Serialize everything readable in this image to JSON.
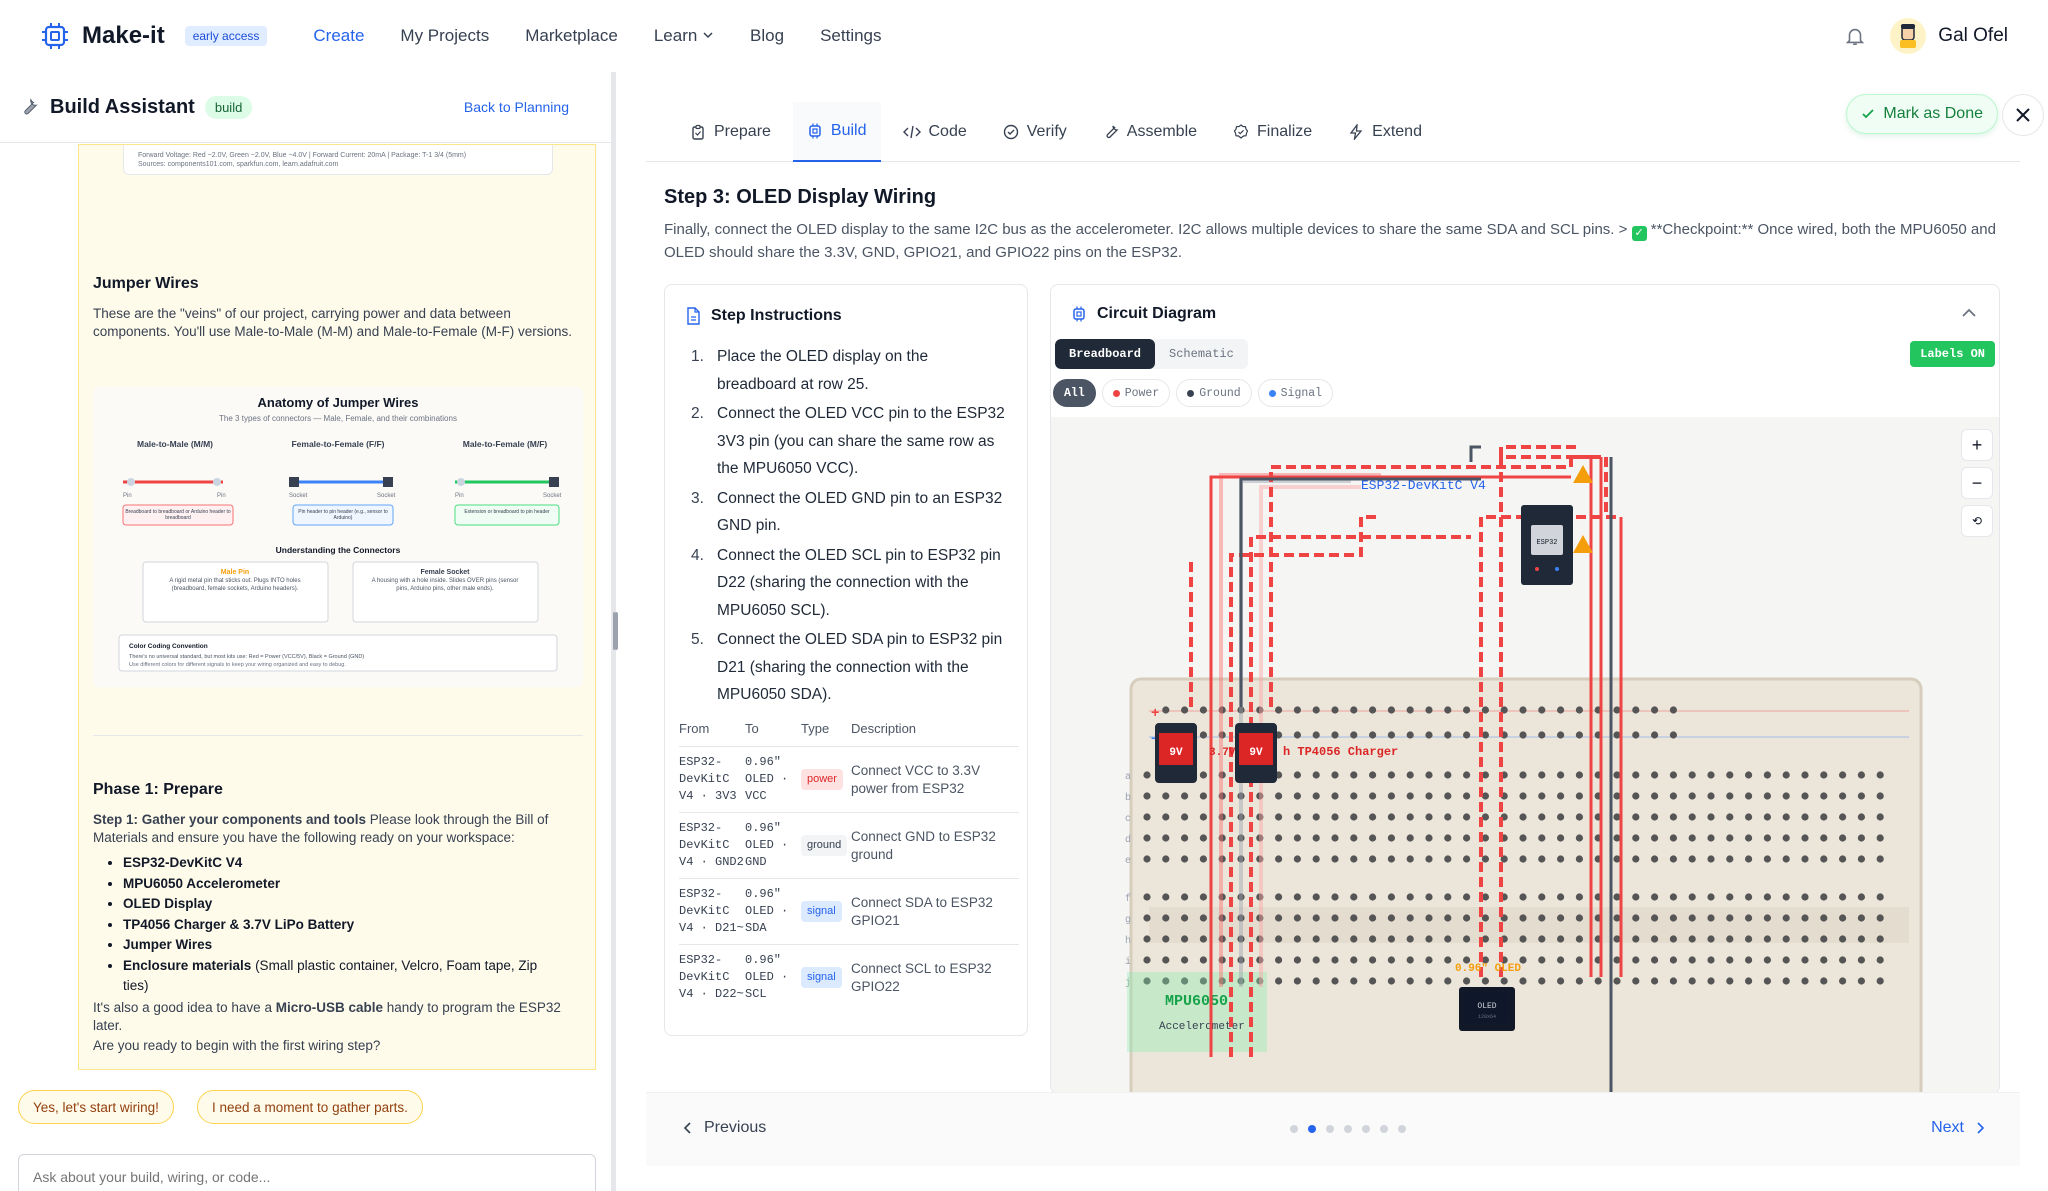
{
  "app": {
    "name": "Make-it",
    "badge": "early access"
  },
  "nav": {
    "links": [
      "Create",
      "My Projects",
      "Marketplace",
      "Learn",
      "Blog",
      "Settings"
    ],
    "active": "Create",
    "user_name": "Gal Ofel"
  },
  "assistant": {
    "title": "Build Assistant",
    "badge": "build",
    "back_link": "Back to Planning",
    "card_snippet_1": "Forward Voltage: Red ~2.0V, Green ~2.0V, Blue ~4.0V | Forward Current: 20mA | Package: T-1 3/4 (5mm)",
    "card_snippet_2": "Sources: components101.com, sparkfun.com, learn.adafruit.com",
    "jumper_title": "Jumper Wires",
    "jumper_text": "These are the \"veins\" of our project, carrying power and data between components. You'll use Male-to-Male (M-M) and Male-to-Female (M-F) versions.",
    "figure": {
      "title": "Anatomy of Jumper Wires",
      "subtitle": "The 3 types of connectors — Male, Female, and their combinations",
      "types": [
        "Male-to-Male (M/M)",
        "Female-to-Female (F/F)",
        "Male-to-Female (M/F)"
      ],
      "end_labels": [
        "Pin",
        "Pin",
        "Socket",
        "Socket",
        "Pin",
        "Socket"
      ],
      "uses": [
        "Breadboard to breadboard or Arduino header to breadboard",
        "Pin header to pin header (e.g., sensor to Arduino)",
        "Extension or breadboard to pin header"
      ],
      "understanding": "Understanding the Connectors",
      "male_title": "Male Pin",
      "male_text": "A rigid metal pin that sticks out. Plugs INTO holes (breadboard, female sockets, Arduino headers).",
      "female_title": "Female Socket",
      "female_text": "A housing with a hole inside. Slides OVER pins (sensor pins, Arduino pins, other male ends).",
      "color_title": "Color Coding Convention",
      "color_text": "There's no universal standard, but most kits use: Red = Power (VCC/5V), Black = Ground (GND)",
      "color_text2": "Use different colors for different signals to keep your wiring organized and easy to debug."
    },
    "phase_title": "Phase 1: Prepare",
    "step1_bold": "Step 1: Gather your components and tools",
    "step1_text": " Please look through the Bill of Materials and ensure you have the following ready on your workspace:",
    "components": [
      "ESP32-DevKitC V4",
      "MPU6050 Accelerometer",
      "OLED Display",
      "TP4056 Charger & 3.7V LiPo Battery",
      "Jumper Wires",
      "Enclosure materials"
    ],
    "enclosure_note": " (Small plastic container, Velcro, Foam tape, Zip ties)",
    "usb_pre": "It's also a good idea to have a ",
    "usb_bold": "Micro-USB cable",
    "usb_post": " handy to program the ESP32 later.",
    "ready": "Are you ready to begin with the first wiring step?",
    "suggestions": [
      "Yes, let's start wiring!",
      "I need a moment to gather parts."
    ],
    "input_placeholder": "Ask about your build, wiring, or code..."
  },
  "tabs": [
    "Prepare",
    "Build",
    "Code",
    "Verify",
    "Assemble",
    "Finalize",
    "Extend"
  ],
  "active_tab": "Build",
  "mark_done": "Mark as Done",
  "step": {
    "title": "Step 3: OLED Display Wiring",
    "desc_1": "Finally, connect the OLED display to the same I2C bus as the accelerometer. I2C allows multiple devices to share the same SDA and SCL pins. > ",
    "desc_2": " **Checkpoint:** Once wired, both the MPU6050 and OLED should share the 3.3V, GND, GPIO21, and GPIO22 pins on the ESP32."
  },
  "instructions": {
    "title": "Step Instructions",
    "items": [
      "Place the OLED display on the breadboard at row 25.",
      "Connect the OLED VCC pin to the ESP32 3V3 pin (you can share the same row as the MPU6050 VCC).",
      "Connect the OLED GND pin to an ESP32 GND pin.",
      "Connect the OLED SCL pin to ESP32 pin D22 (sharing the connection with the MPU6050 SCL).",
      "Connect the OLED SDA pin to ESP32 pin D21 (sharing the connection with the MPU6050 SDA)."
    ],
    "table_headers": [
      "From",
      "To",
      "Type",
      "Description"
    ],
    "rows": [
      {
        "from": "ESP32-DevKitC V4 · 3V3",
        "to": "0.96\" OLED · VCC",
        "type": "power",
        "desc": "Connect VCC to 3.3V power from ESP32"
      },
      {
        "from": "ESP32-DevKitC V4 · GND2",
        "to": "0.96\" OLED · GND",
        "type": "ground",
        "desc": "Connect GND to ESP32 ground"
      },
      {
        "from": "ESP32-DevKitC V4 · D21~",
        "to": "0.96\" OLED · SDA",
        "type": "signal",
        "desc": "Connect SDA to ESP32 GPIO21"
      },
      {
        "from": "ESP32-DevKitC V4 · D22~",
        "to": "0.96\" OLED · SCL",
        "type": "signal",
        "desc": "Connect SCL to ESP32 GPIO22"
      }
    ]
  },
  "diagram": {
    "title": "Circuit Diagram",
    "views": [
      "Breadboard",
      "Schematic"
    ],
    "active_view": "Breadboard",
    "labels_toggle": "Labels ON",
    "filters": [
      "All",
      "Power",
      "Ground",
      "Signal"
    ],
    "filter_colors": {
      "Power": "#ef4444",
      "Ground": "#374151",
      "Signal": "#3b82f6"
    },
    "labels": {
      "esp32": "ESP32-DevKitC V4",
      "esp32_chip": "ESP32",
      "battery": "9V",
      "battery_v": "3.7V",
      "charger": "h TP4056 Charger",
      "oled": "0.96\" OLED",
      "oled_chip": "OLED",
      "oled_sub": "128x64",
      "mpu": "MPU6050",
      "mpu_sub": "Accelerometer"
    },
    "row_letters": [
      "a",
      "b",
      "c",
      "d",
      "e",
      "f",
      "g",
      "h",
      "i",
      "j"
    ],
    "rail_plus": "+",
    "rail_minus": "−"
  },
  "footer": {
    "previous": "Previous",
    "next": "Next",
    "pages": 7,
    "current_page": 2
  }
}
